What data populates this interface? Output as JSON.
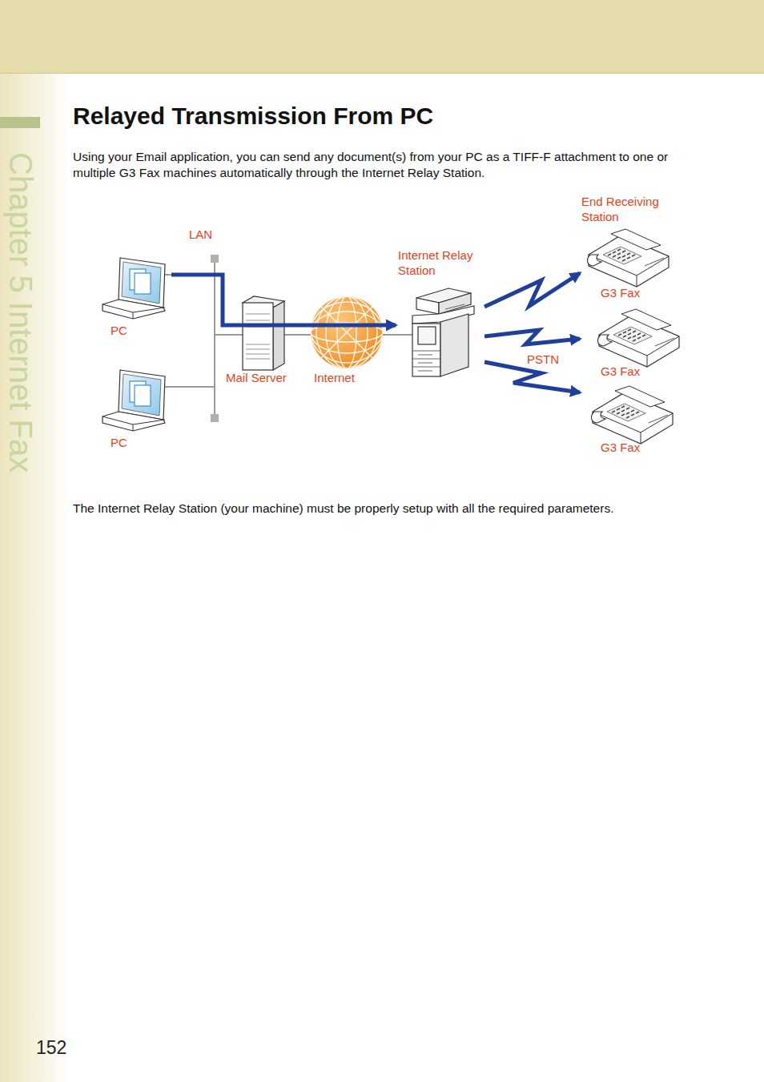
{
  "diagram": {
    "title": "Relayed Transmission From PC",
    "nodes": [
      {
        "text": [
          "PC"
        ]
      },
      {
        "text": [
          "PC"
        ]
      },
      {
        "text": [
          "Mail Server"
        ]
      },
      {
        "text": [
          "Internet"
        ]
      },
      {
        "text": [
          "Internet Relay Station"
        ]
      },
      {
        "text": [
          "G3 Fax"
        ]
      },
      {
        "text": [
          "G3 Fax"
        ]
      },
      {
        "text": [
          "G3 Fax"
        ]
      }
    ],
    "edges": [
      {
        "from": 0,
        "to": 4,
        "arrow": "to"
      },
      {
        "from": 4,
        "to": 5,
        "arrow": "to"
      },
      {
        "from": 4,
        "to": 6,
        "arrow": "to"
      },
      {
        "from": 4,
        "to": 7,
        "arrow": "to"
      }
    ],
    "labels": [
      "Chapter 5 Internet Fax",
      "Using your Email application, you can send any document(s) from your PC as a TIFF-F attachment to one or multiple G3 Fax machines automatically through the Internet Relay Station.",
      "LAN",
      "End Receiving Station",
      "PSTN",
      "The Internet Relay Station (your machine) must be properly setup with all the required parameters.",
      "152"
    ]
  }
}
